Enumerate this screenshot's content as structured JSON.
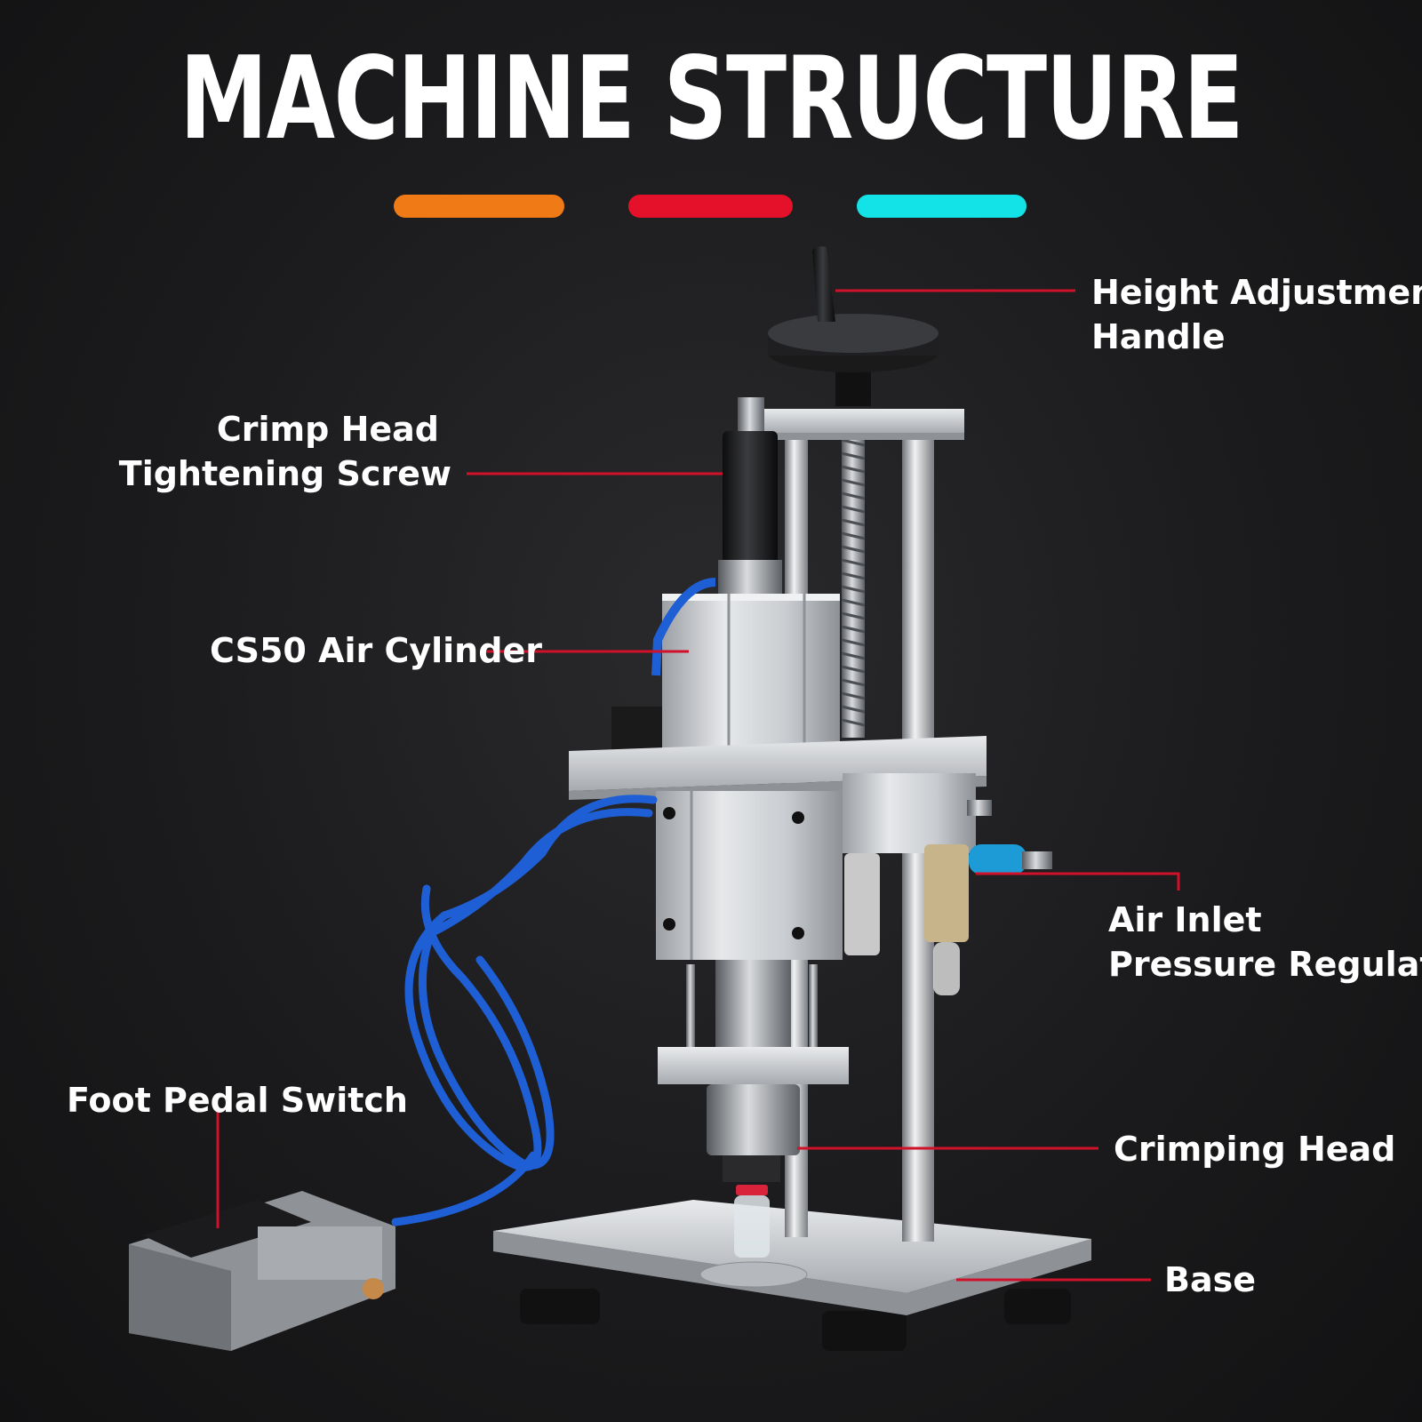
{
  "title": "MACHINE STRUCTURE",
  "accent_colors": [
    "#f07a15",
    "#e5102a",
    "#13e3e6"
  ],
  "line_color": "#d0112a",
  "labels": {
    "height_adjustment_handle": [
      "Height Adjustment",
      "Handle"
    ],
    "crimp_head_tightening_screw": [
      "Crimp Head",
      "Tightening Screw"
    ],
    "cs50_air_cylinder": "CS50 Air Cylinder",
    "air_inlet_pressure_regulator": [
      "Air Inlet",
      "Pressure Regulator"
    ],
    "foot_pedal_switch": "Foot Pedal Switch",
    "crimping_head": "Crimping Head",
    "base": "Base"
  }
}
